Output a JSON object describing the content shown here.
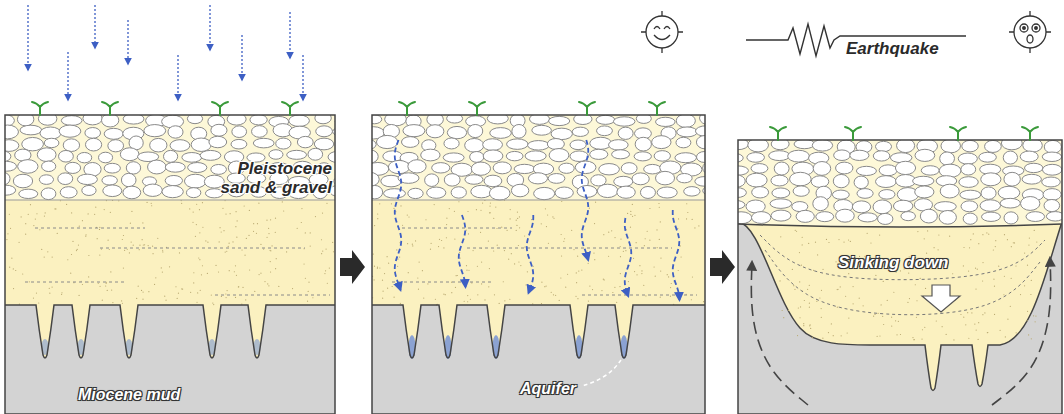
{
  "diagram": {
    "labels": [
      "Pleistocene sand & gravel",
      "Miocene mud",
      "Aquifer",
      "Earthquake",
      "Sinking down"
    ]
  }
}
